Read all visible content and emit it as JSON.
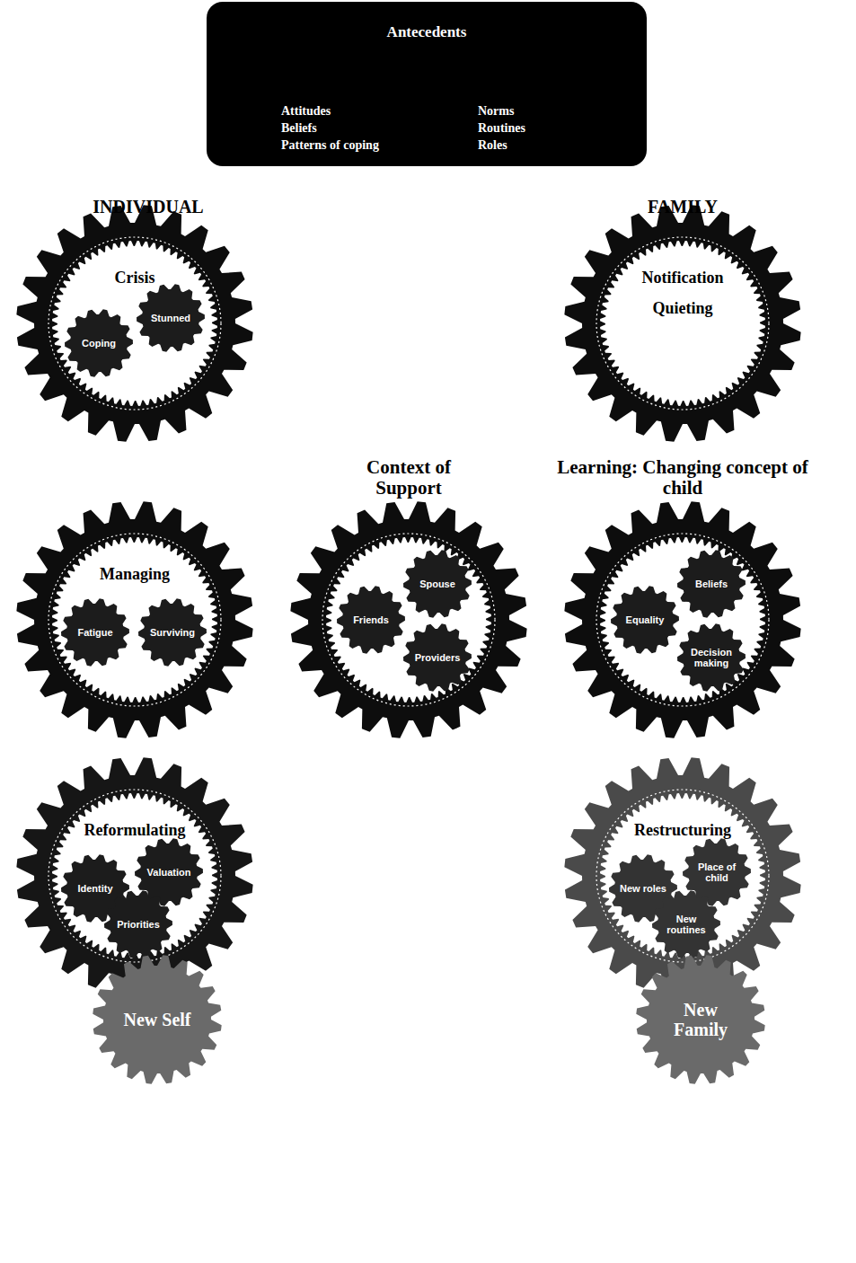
{
  "diagram": {
    "nodes": [
      {
        "text": [
          "Antecedents",
          "Attitudes",
          "Beliefs",
          "Patterns of coping",
          "Norms",
          "Routines",
          "Roles"
        ]
      },
      {
        "text": [
          "Crisis"
        ]
      },
      {
        "text": [
          "Coping"
        ],
        "in": 1
      },
      {
        "text": [
          "Stunned"
        ],
        "in": 1
      },
      {
        "text": [
          "Notification",
          "Quieting"
        ]
      },
      {
        "text": [
          "Managing"
        ]
      },
      {
        "text": [
          "Fatigue"
        ],
        "in": 5
      },
      {
        "text": [
          "Surviving"
        ],
        "in": 5
      },
      {
        "text": [
          "Context of Support"
        ]
      },
      {
        "text": [
          "Spouse"
        ],
        "in": 8
      },
      {
        "text": [
          "Friends"
        ],
        "in": 8
      },
      {
        "text": [
          "Providers"
        ],
        "in": 8
      },
      {
        "text": [
          "Learning: Changing concept of child"
        ]
      },
      {
        "text": [
          "Beliefs"
        ],
        "in": 12
      },
      {
        "text": [
          "Equality"
        ],
        "in": 12
      },
      {
        "text": [
          "Decision making"
        ],
        "in": 12
      },
      {
        "text": [
          "Reformulating"
        ]
      },
      {
        "text": [
          "Valuation"
        ],
        "in": 16
      },
      {
        "text": [
          "Identity"
        ],
        "in": 16
      },
      {
        "text": [
          "Priorities"
        ],
        "in": 16
      },
      {
        "text": [
          "Restructuring"
        ]
      },
      {
        "text": [
          "Place of child"
        ],
        "in": 20
      },
      {
        "text": [
          "New roles"
        ],
        "in": 20
      },
      {
        "text": [
          "New routines"
        ],
        "in": 20
      },
      {
        "text": [
          "New Self"
        ]
      },
      {
        "text": [
          "New Family"
        ]
      }
    ],
    "labels": [
      "INDIVIDUAL",
      "FAMILY"
    ]
  }
}
